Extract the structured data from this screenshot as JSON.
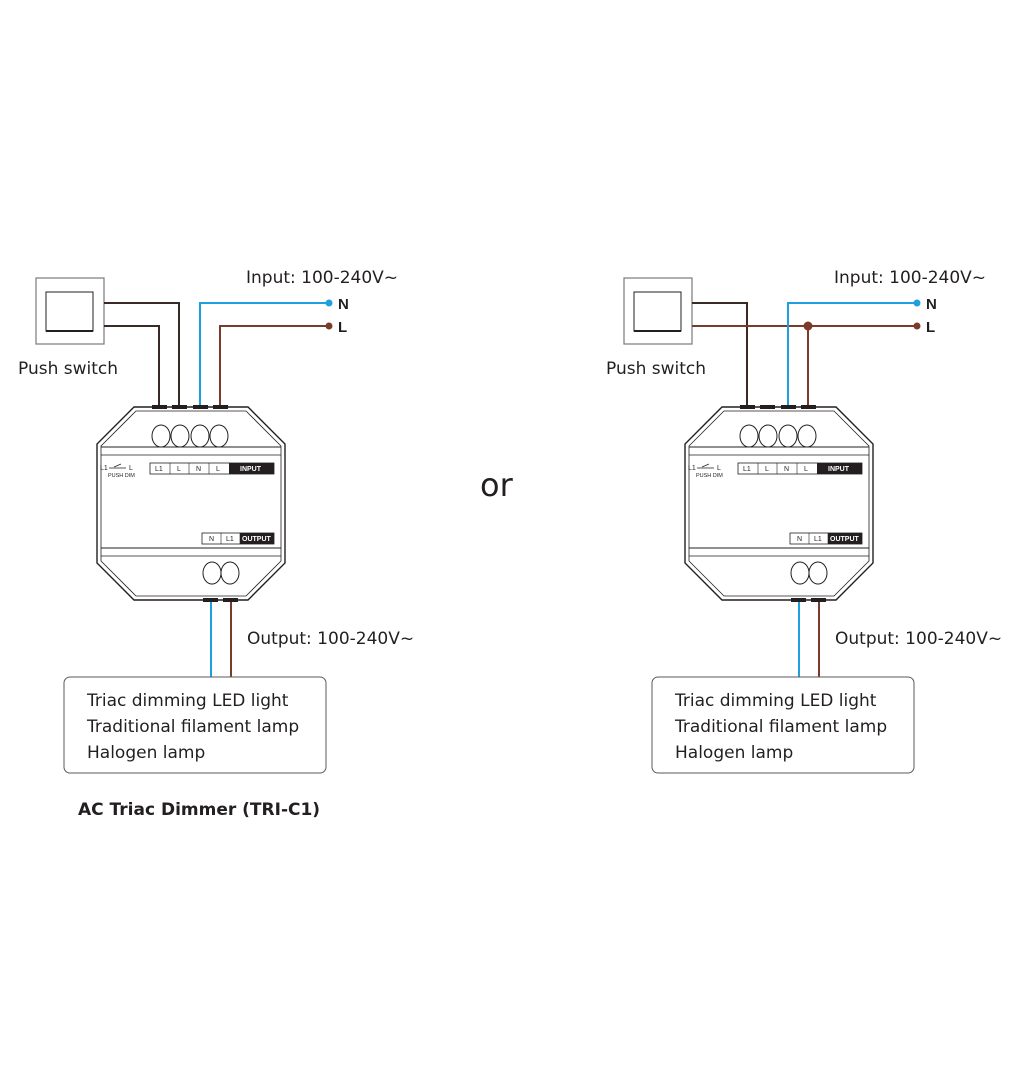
{
  "colors": {
    "neutral_wire": "#1ea0e0",
    "live_wire": "#7a3b2a",
    "switch_wire": "#3a2a26",
    "outline": "#231f20",
    "label_fill": "#231f20"
  },
  "separator": "or",
  "title": "AC Triac Dimmer  (TRI-C1)",
  "diagrams": [
    {
      "push_switch_label": "Push switch",
      "input_label": "Input: 100-240V~",
      "input_n": "N",
      "input_l": "L",
      "output_label": "Output: 100-240V~",
      "device": {
        "switch_legend_left": "L1",
        "switch_legend_right": "L",
        "switch_legend_sub": "PUSH DIM",
        "input_terminals": [
          "L1",
          "L",
          "N",
          "L"
        ],
        "input_tag": "INPUT",
        "output_terminals": [
          "N",
          "L1"
        ],
        "output_tag": "OUTPUT"
      },
      "loads": [
        "Triac dimming LED light",
        "Traditional filament lamp",
        "Halogen lamp"
      ]
    },
    {
      "push_switch_label": "Push switch",
      "input_label": "Input: 100-240V~",
      "input_n": "N",
      "input_l": "L",
      "output_label": "Output: 100-240V~",
      "device": {
        "switch_legend_left": "L1",
        "switch_legend_right": "L",
        "switch_legend_sub": "PUSH DIM",
        "input_terminals": [
          "L1",
          "L",
          "N",
          "L"
        ],
        "input_tag": "INPUT",
        "output_terminals": [
          "N",
          "L1"
        ],
        "output_tag": "OUTPUT"
      },
      "loads": [
        "Triac dimming LED light",
        "Traditional filament lamp",
        "Halogen lamp"
      ]
    }
  ]
}
